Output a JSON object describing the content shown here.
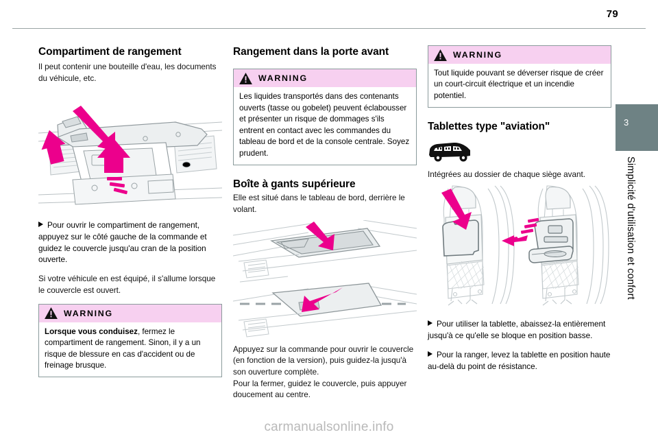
{
  "page": {
    "number": "79",
    "chapter_number": "3",
    "chapter_title": "Simplicité d'utilisation et confort",
    "watermark": "carmanualsonline.info",
    "accent_warning_bg": "#f7d0f0",
    "accent_tab_bg": "#6e8284",
    "accent_arrow": "#ec008c"
  },
  "column1": {
    "heading": "Compartiment de rangement",
    "intro": "Il peut contenir une bouteille d'eau, les documents du véhicule, etc.",
    "figure_caption": "storage-compartment-dashboard-illustration",
    "instruction_bullet": "Pour ouvrir le compartiment de rangement, appuyez sur le côté gauche de la commande et guidez le couvercle jusqu'au cran de la position ouverte.",
    "instruction_note": "Si votre véhicule en est équipé, il s'allume lorsque le couvercle est ouvert.",
    "warning": {
      "label": "WARNING",
      "text_bold": "Lorsque vous conduisez",
      "text_rest": ", fermez le compartiment de rangement. Sinon, il y a un risque de blessure en cas d'accident ou de freinage brusque."
    }
  },
  "column2": {
    "heading": "Rangement dans la porte avant",
    "warning": {
      "label": "WARNING",
      "text": "Les liquides transportés dans des contenants ouverts (tasse ou gobelet) peuvent éclabousser et présenter un risque de dommages s'ils entrent en contact avec les commandes du tableau de bord et de la console centrale. Soyez prudent."
    },
    "heading2": "Boîte à gants supérieure",
    "intro2": "Elle est situé dans le tableau de bord, derrière le volant.",
    "figure_caption": "upper-glovebox-open-closed-illustration",
    "closing1": "Appuyez sur la commande pour ouvrir le couvercle (en fonction de la version), puis guidez-la jusqu'à son ouverture complète.",
    "closing2": "Pour la fermer, guidez le couvercle, puis appuyer doucement au centre."
  },
  "column3": {
    "warning": {
      "label": "WARNING",
      "text": "Tout liquide pouvant se déverser risque de créer un court-circuit électrique et un incendie potentiel."
    },
    "heading": "Tablettes type \"aviation\"",
    "vehicle_icon": "van-silhouette-icon",
    "intro": "Intégrées au dossier de chaque siège avant.",
    "figure_caption": "seatback-aviation-tray-illustration",
    "bullet1": "Pour utiliser la tablette, abaissez-la entièrement jusqu'à ce qu'elle se bloque en position basse.",
    "bullet2": "Pour la ranger, levez la tablette en position haute au-delà du point de résistance."
  }
}
